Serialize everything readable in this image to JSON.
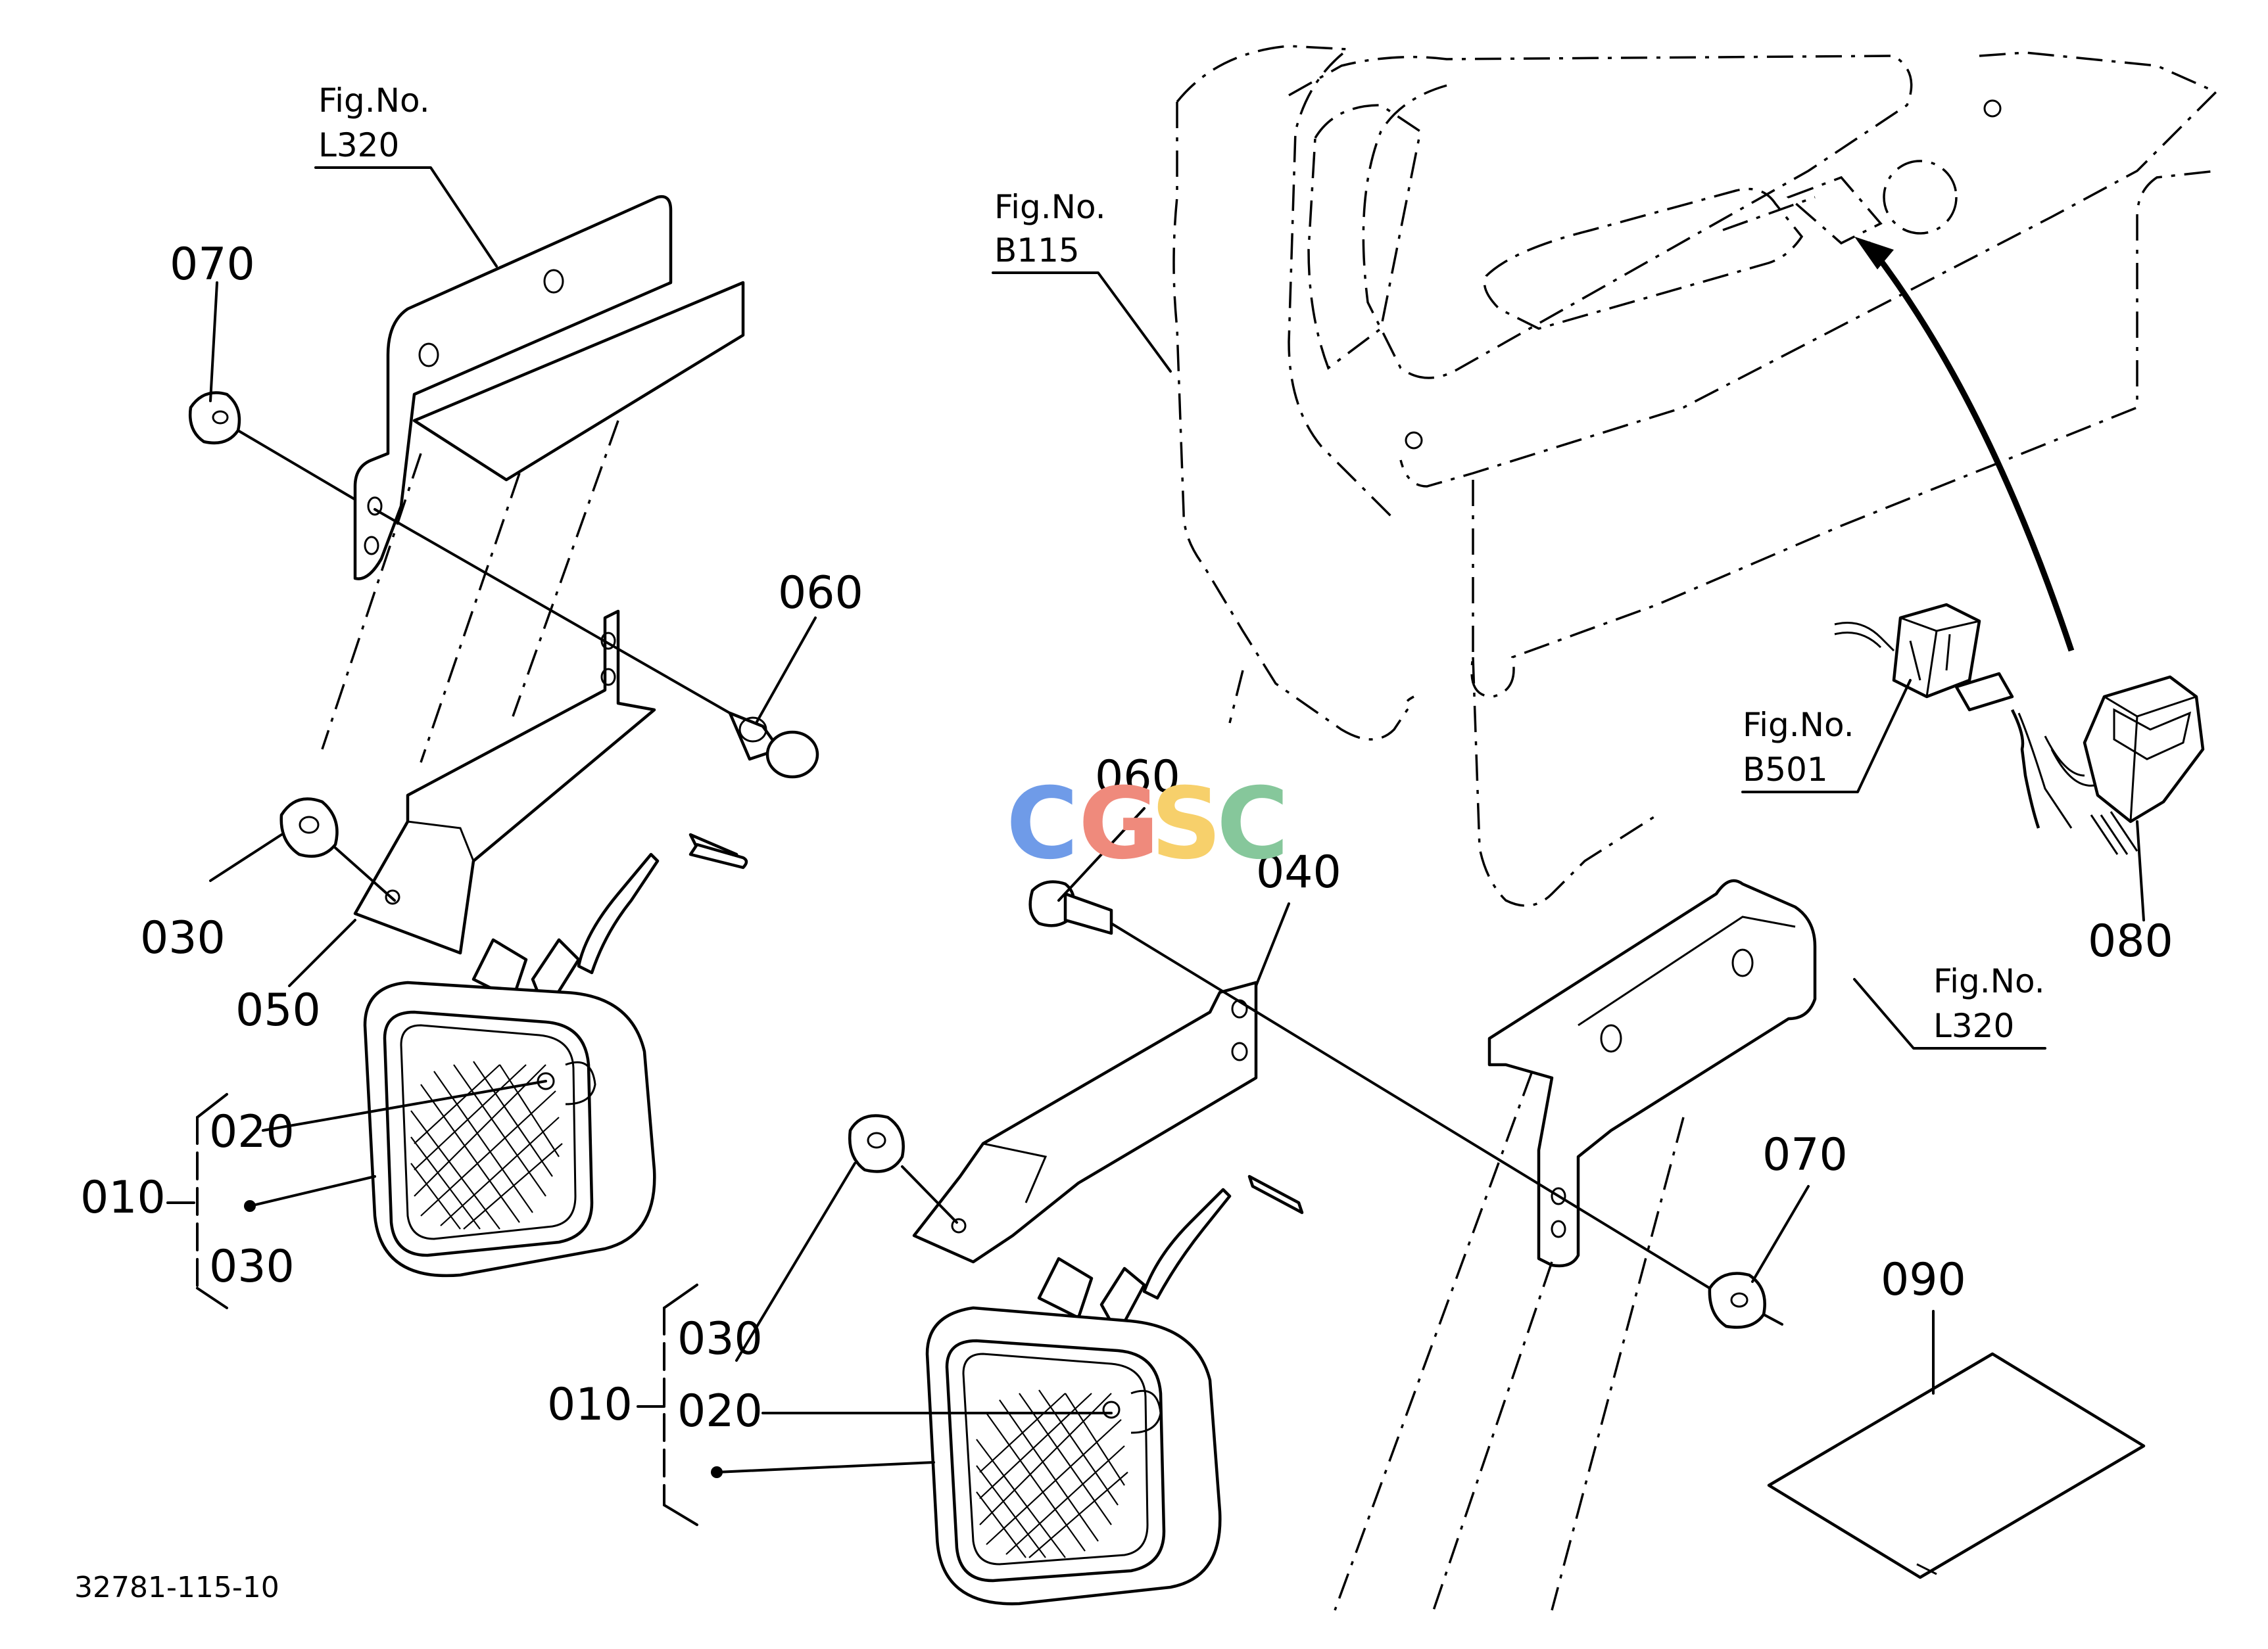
{
  "figure": {
    "code": "32781-115-10",
    "fig_refs": [
      {
        "prefix": "Fig.No.",
        "number": "L320"
      },
      {
        "prefix": "Fig.No.",
        "number": "B115"
      },
      {
        "prefix": "Fig.No.",
        "number": "B501"
      },
      {
        "prefix": "Fig.No.",
        "number": "L320"
      }
    ]
  },
  "labels": {
    "p070_a": "070",
    "p060_a": "060",
    "p030_a": "030",
    "p050": "050",
    "p010_a": "010",
    "p020_a": "020",
    "p030_b": "030",
    "p060_b": "060",
    "p040": "040",
    "p030_c": "030",
    "p010_b": "010",
    "p020_b": "020",
    "p080": "080",
    "p070_b": "070",
    "p090": "090"
  },
  "watermark": {
    "letters": [
      "C",
      "G",
      "S",
      "C"
    ],
    "colors": [
      "#6f9be8",
      "#ef8a7c",
      "#f7d06b",
      "#86c79b"
    ]
  }
}
